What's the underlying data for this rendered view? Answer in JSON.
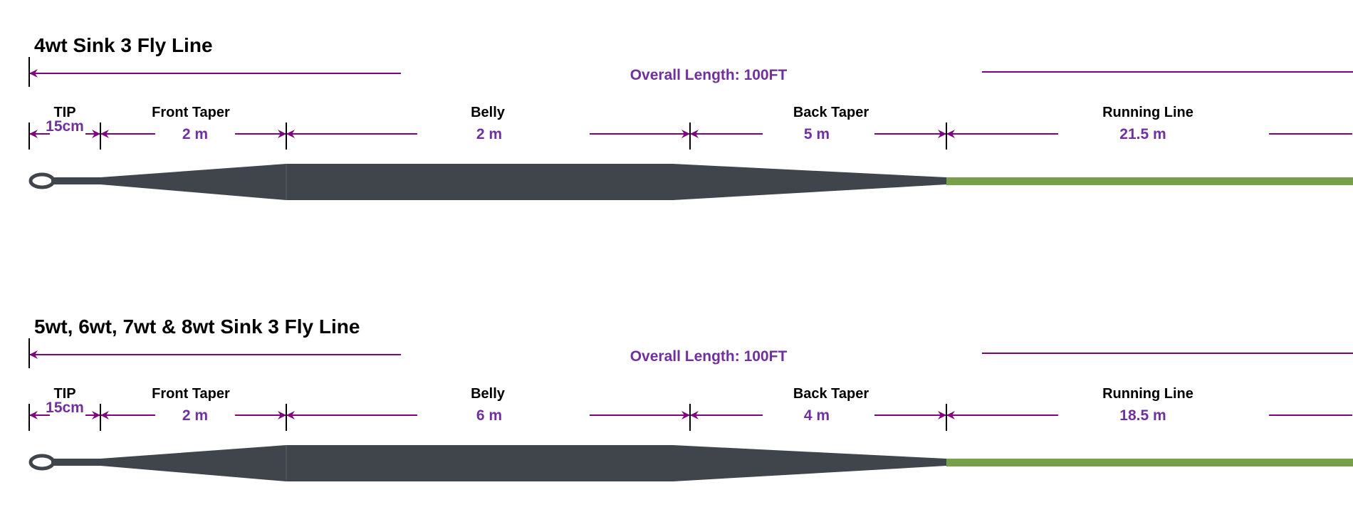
{
  "colors": {
    "dimension": "#800080",
    "value_text": "#7030a0",
    "line_body": "#3f454b",
    "running_line": "#78a04a"
  },
  "diagrams": [
    {
      "title": "4wt Sink 3 Fly Line",
      "overall_label": "Overall  Length:  100FT",
      "segments": [
        {
          "label": "TIP",
          "length": "15cm"
        },
        {
          "label": "Front Taper",
          "length": "2 m"
        },
        {
          "label": "Belly",
          "length": "2 m"
        },
        {
          "label": "Back Taper",
          "length": "5 m"
        },
        {
          "label": "Running Line",
          "length": "21.5 m"
        }
      ]
    },
    {
      "title": "5wt, 6wt, 7wt & 8wt Sink 3 Fly Line",
      "overall_label": "Overall  Length:  100FT",
      "segments": [
        {
          "label": "TIP",
          "length": "15cm"
        },
        {
          "label": "Front Taper",
          "length": "2 m"
        },
        {
          "label": "Belly",
          "length": "6 m"
        },
        {
          "label": "Back Taper",
          "length": "4 m"
        },
        {
          "label": "Running Line",
          "length": "18.5 m"
        }
      ]
    }
  ]
}
